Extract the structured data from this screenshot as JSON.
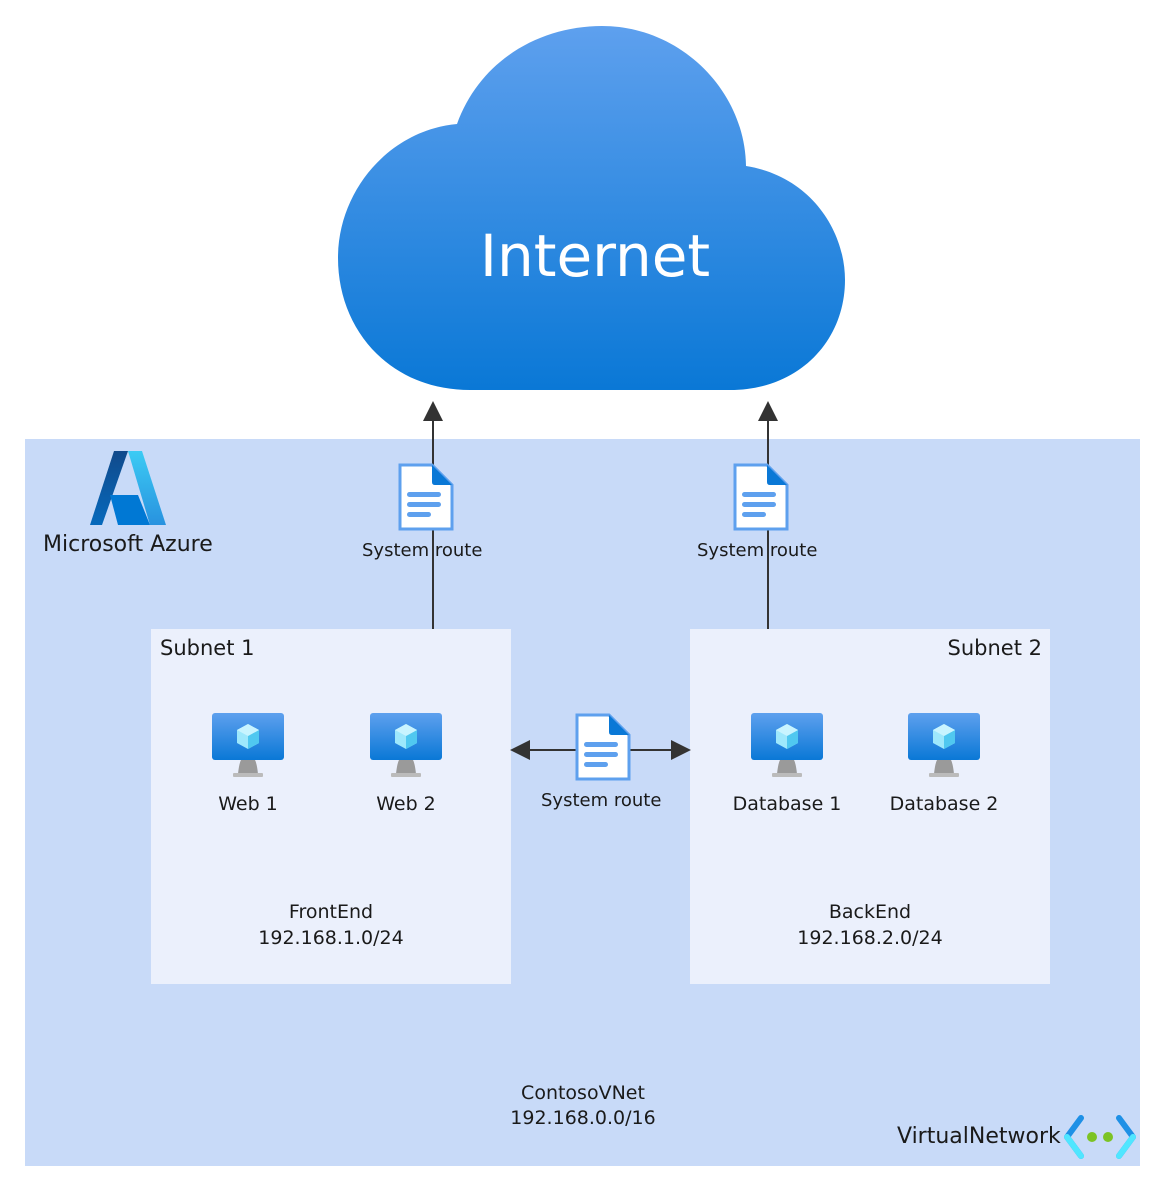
{
  "internet": {
    "label": "Internet"
  },
  "azure": {
    "brand_label": "Microsoft Azure"
  },
  "vnet": {
    "name": "ContosoVNet",
    "cidr": "192.168.0.0/16",
    "type_label": "VirtualNetwork"
  },
  "routes": {
    "up_left": "System route",
    "up_right": "System route",
    "between_subnets": "System route"
  },
  "subnets": [
    {
      "title": "Subnet 1",
      "name": "FrontEnd",
      "cidr": "192.168.1.0/24",
      "vms": [
        {
          "label": "Web 1"
        },
        {
          "label": "Web 2"
        }
      ]
    },
    {
      "title": "Subnet 2",
      "name": "BackEnd",
      "cidr": "192.168.2.0/24",
      "vms": [
        {
          "label": "Database 1"
        },
        {
          "label": "Database 2"
        }
      ]
    }
  ],
  "colors": {
    "cloud_top": "#5ea0ee",
    "cloud_bottom": "#0a78d6",
    "vnet_bg": "#c8daf8",
    "subnet_bg": "#ebf0fc",
    "arrow": "#333333"
  }
}
